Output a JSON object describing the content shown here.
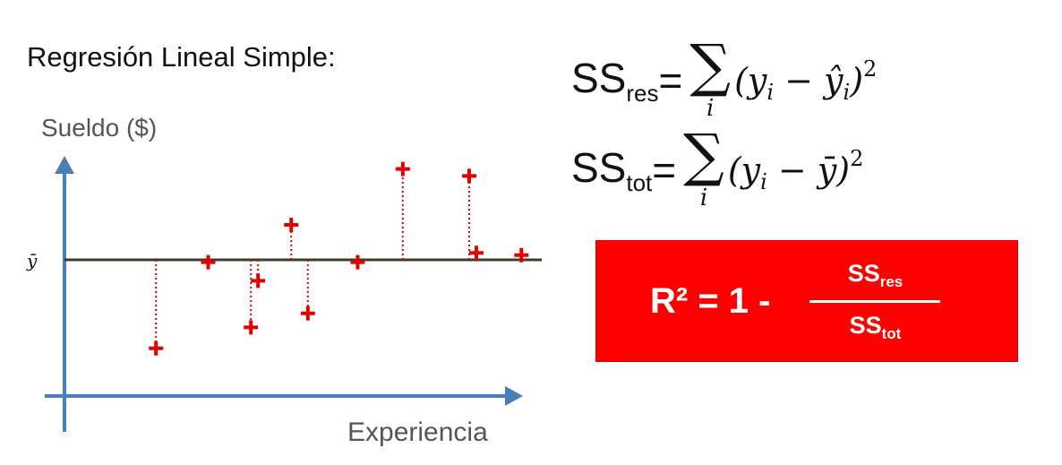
{
  "title": "Regresión Lineal Simple:",
  "chart_data": {
    "type": "scatter",
    "ylabel": "Sueldo ($)",
    "xlabel": "Experiencia",
    "mean_label": "ȳ",
    "mean": 0,
    "xlim": [
      0,
      10
    ],
    "ylim": [
      -3,
      4
    ],
    "points": [
      {
        "x": 1.4,
        "y": -1.9
      },
      {
        "x": 2.5,
        "y": -0.05
      },
      {
        "x": 3.4,
        "y": -1.45
      },
      {
        "x": 3.55,
        "y": -0.45
      },
      {
        "x": 4.25,
        "y": 0.75
      },
      {
        "x": 4.6,
        "y": -1.15
      },
      {
        "x": 5.65,
        "y": -0.05
      },
      {
        "x": 6.6,
        "y": 1.95
      },
      {
        "x": 8.0,
        "y": 1.8
      },
      {
        "x": 8.15,
        "y": 0.15
      },
      {
        "x": 9.1,
        "y": 0.1
      }
    ],
    "colors": {
      "axis": "#4a7ebb",
      "mean_line": "#3d3d2e",
      "point": "#e00000"
    }
  },
  "formulas": {
    "ss_res": {
      "ss": "SS",
      "sub": "res",
      "eq": "=",
      "sigma": "∑",
      "index": "i",
      "body": "(y",
      "body_i": "i",
      "body_rest": " − ŷ",
      "body_i2": "i",
      "body_close": ")",
      "power": "2"
    },
    "ss_tot": {
      "ss": "SS",
      "sub": "tot",
      "eq": "=",
      "sigma": "∑",
      "index": "i",
      "body": "(y",
      "body_i": "i",
      "body_rest": " − ȳ)",
      "power": "2"
    }
  },
  "r2": {
    "lhs": "R² = 1 -",
    "num": "SS",
    "num_sub": "res",
    "den": "SS",
    "den_sub": "tot",
    "color": "#ff0000"
  }
}
